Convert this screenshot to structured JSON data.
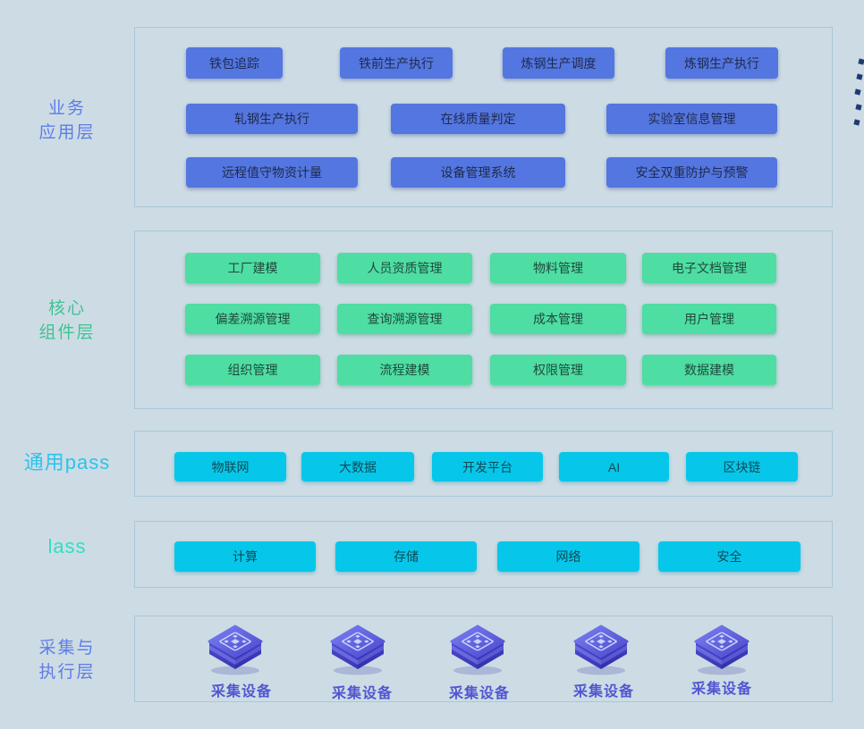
{
  "background_color": "#cddce4",
  "panel_border_color": "#a9c6d6",
  "edge_decoration": {
    "dash_count": 5,
    "dash_color": "#1e3a74"
  },
  "layers": {
    "business": {
      "label_lines": [
        "业务",
        "应用层"
      ],
      "label_color": "#5e7ce8",
      "chip_color": "#5476e0",
      "buttons": [
        "铁包追踪",
        "铁前生产执行",
        "炼钢生产调度",
        "炼钢生产执行",
        "轧钢生产执行",
        "在线质量判定",
        "实验室信息管理",
        "远程值守物资计量",
        "设备管理系统",
        "安全双重防护与预警"
      ]
    },
    "core": {
      "label_lines": [
        "核心",
        "组件层"
      ],
      "label_color": "#3ec493",
      "chip_color": "#4edda2",
      "buttons": [
        "工厂建模",
        "人员资质管理",
        "物料管理",
        "电子文档管理",
        "偏差溯源管理",
        "查询溯源管理",
        "成本管理",
        "用户管理",
        "组织管理",
        "流程建模",
        "权限管理",
        "数据建模"
      ]
    },
    "paas": {
      "label": "通用pass",
      "label_color": "#2cc3ec",
      "chip_color": "#06c7e9",
      "buttons": [
        "物联网",
        "大数据",
        "开发平台",
        "AI",
        "区块链"
      ]
    },
    "iaas": {
      "label": "lass",
      "label_color": "#2edfc2",
      "chip_color": "#06c7e9",
      "buttons": [
        "计算",
        "存储",
        "网络",
        "安全"
      ]
    },
    "devices": {
      "label_lines": [
        "采集与",
        "执行层"
      ],
      "label_color": "#5e7ce8",
      "cube_color": "#4a48cd",
      "items": [
        "采集设备",
        "采集设备",
        "采集设备",
        "采集设备",
        "采集设备"
      ]
    }
  }
}
